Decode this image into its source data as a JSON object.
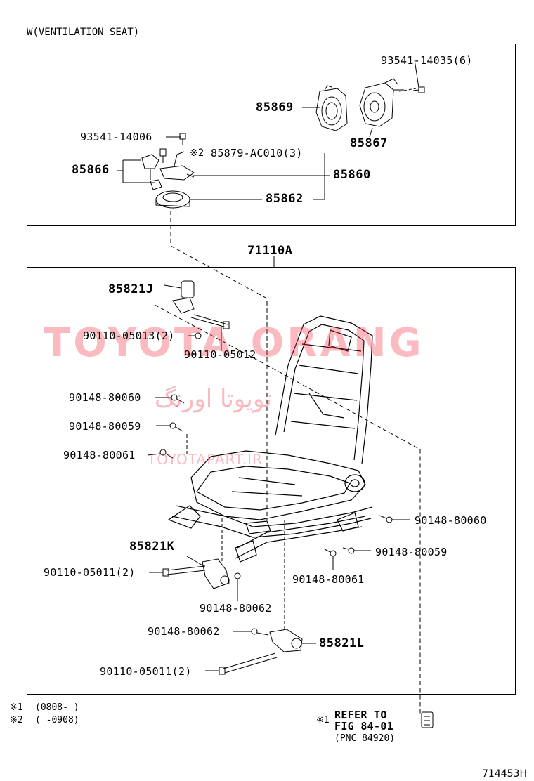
{
  "header": {
    "variant_label": "W(VENTILATION SEAT)"
  },
  "upper_parts": {
    "screw_top_right": "93541-14035(6)",
    "fan_cover": "85869",
    "blower": "85867",
    "screw_left": "93541-14006",
    "clip_note_mark": "※2",
    "clip": "85879-AC010(3)",
    "bracket": "85866",
    "assembly": "85860",
    "base": "85862"
  },
  "main_assembly": {
    "seat_frame": "71110A",
    "motor_j": "85821J",
    "bolt_j_left": "90110-05013(2)",
    "bolt_j_right": "90110-05012",
    "screw_a": "90148-80060",
    "screw_b": "90148-80059",
    "screw_c": "90148-80061",
    "motor_k": "85821K",
    "bolt_k": "90110-05011(2)",
    "screw_k": "90148-80062",
    "screw_right_1": "90148-80060",
    "screw_right_2": "90148-80059",
    "screw_right_3": "90148-80061",
    "screw_l": "90148-80062",
    "motor_l": "85821L",
    "bolt_l": "90110-05011(2)"
  },
  "notes": {
    "note1_mark": "※1",
    "note1_range": "(0808-      )",
    "note2_mark": "※2",
    "note2_range": "(      -0908)"
  },
  "refer": {
    "mark": "※1",
    "line1": "REFER TO",
    "line2": "FIG 84-01",
    "pnc": "(PNC 84920)"
  },
  "watermark": {
    "brand": "TOYOTA ORANG",
    "persian": "تویوتا اورنگ",
    "site": "TOYOTAPART.IR"
  },
  "figure_id": "714453H"
}
